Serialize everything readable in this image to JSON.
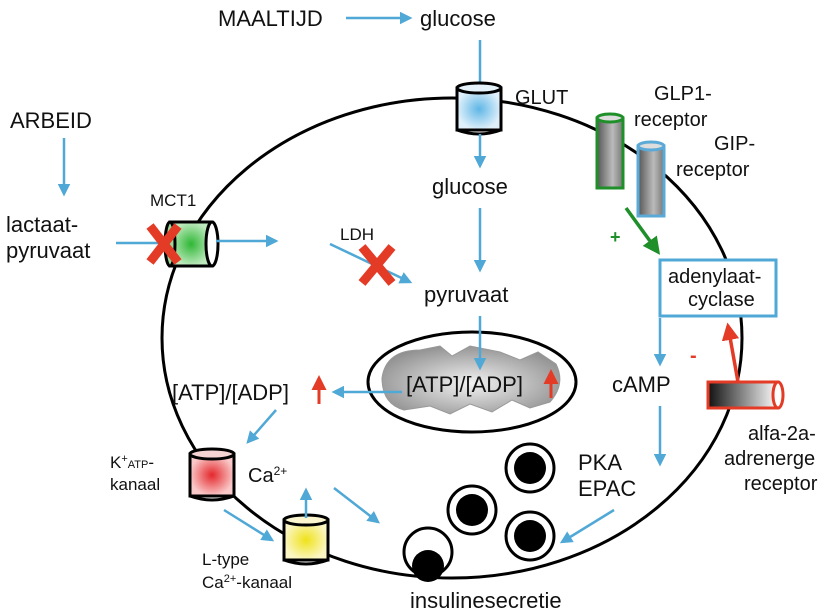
{
  "colors": {
    "arrow_blue": "#4fa8d6",
    "inhibit_red": "#e33b26",
    "activate_green": "#1f8f2a",
    "glut_fill": "#8fcbeb",
    "mct1_fill": "#49c44a",
    "katp_fill": "#e8474a",
    "ltype_fill": "#f2e52e"
  },
  "external": {
    "meal": "MAALTIJD",
    "glucose_out": "glucose",
    "exercise": "ARBEID",
    "lactate_pyruvate_1": "lactaat-",
    "lactate_pyruvate_2": "pyruvaat"
  },
  "transporters": {
    "glut": "GLUT",
    "mct1": "MCT1",
    "katp_1": "K",
    "katp_sup": "+",
    "katp_sub": "ATP",
    "katp_dash": "-",
    "katp_2": "kanaal",
    "ltype_1": "L-type",
    "ltype_2a": "Ca",
    "ltype_sup": "2+",
    "ltype_2b": "-kanaal"
  },
  "receptors": {
    "glp1_1": "GLP1-",
    "glp1_2": "receptor",
    "gip_1": "GIP-",
    "gip_2": "receptor",
    "alpha_1": "alfa-2a-",
    "alpha_2": "adrenerge",
    "alpha_3": "receptor"
  },
  "intracellular": {
    "glucose_in": "glucose",
    "ldh": "LDH",
    "pyruvate": "pyruvaat",
    "atp_adp_mito": "[ATP]/[ADP]",
    "atp_adp_cyto": "[ATP]/[ADP]",
    "calcium": "Ca",
    "calcium_sup": "2+",
    "adenylate_1": "adenylaat-",
    "adenylate_2": "cyclase",
    "camp": "cAMP",
    "pka": "PKA",
    "epac": "EPAC",
    "plus_sign": "+",
    "minus_sign": "-",
    "secretion": "insulinesecretie"
  },
  "blocked_steps": [
    "MCT1",
    "LDH"
  ]
}
